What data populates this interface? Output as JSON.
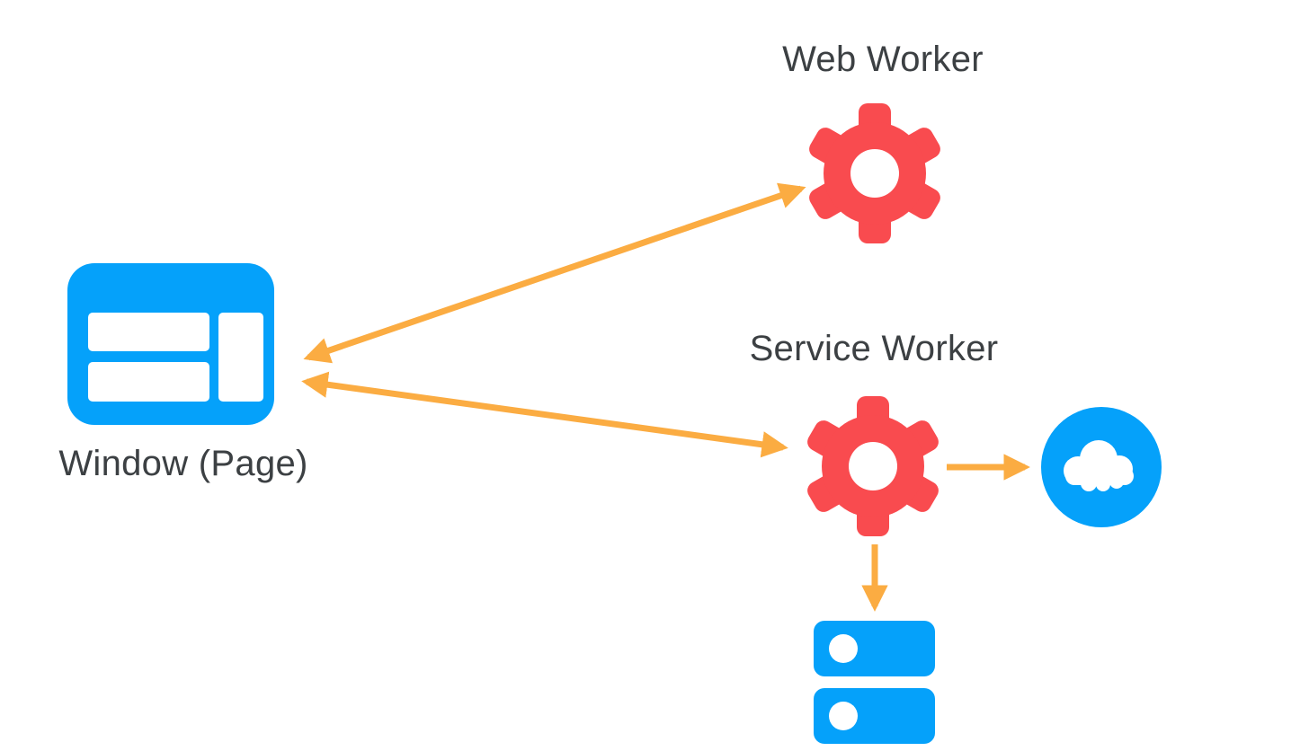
{
  "diagram": {
    "background": "#FFFFFF",
    "palette": {
      "node_blue": "#05A1FA",
      "gear_red": "#F94B4F",
      "arrow_orange": "#FBAC42",
      "label_gray": "#3C4043"
    },
    "nodes": [
      {
        "id": "window",
        "label": "Window (Page)",
        "icon": "browser-window-icon"
      },
      {
        "id": "web_worker",
        "label": "Web Worker",
        "icon": "gear-icon"
      },
      {
        "id": "service_worker",
        "label": "Service Worker",
        "icon": "gear-icon"
      },
      {
        "id": "network",
        "label": "",
        "icon": "cloud-icon"
      },
      {
        "id": "storage",
        "label": "",
        "icon": "database-icon"
      }
    ],
    "edges": [
      {
        "from": "window",
        "to": "web_worker",
        "style": "double-arrow"
      },
      {
        "from": "window",
        "to": "service_worker",
        "style": "double-arrow"
      },
      {
        "from": "service_worker",
        "to": "network",
        "style": "arrow"
      },
      {
        "from": "service_worker",
        "to": "storage",
        "style": "arrow"
      }
    ]
  }
}
